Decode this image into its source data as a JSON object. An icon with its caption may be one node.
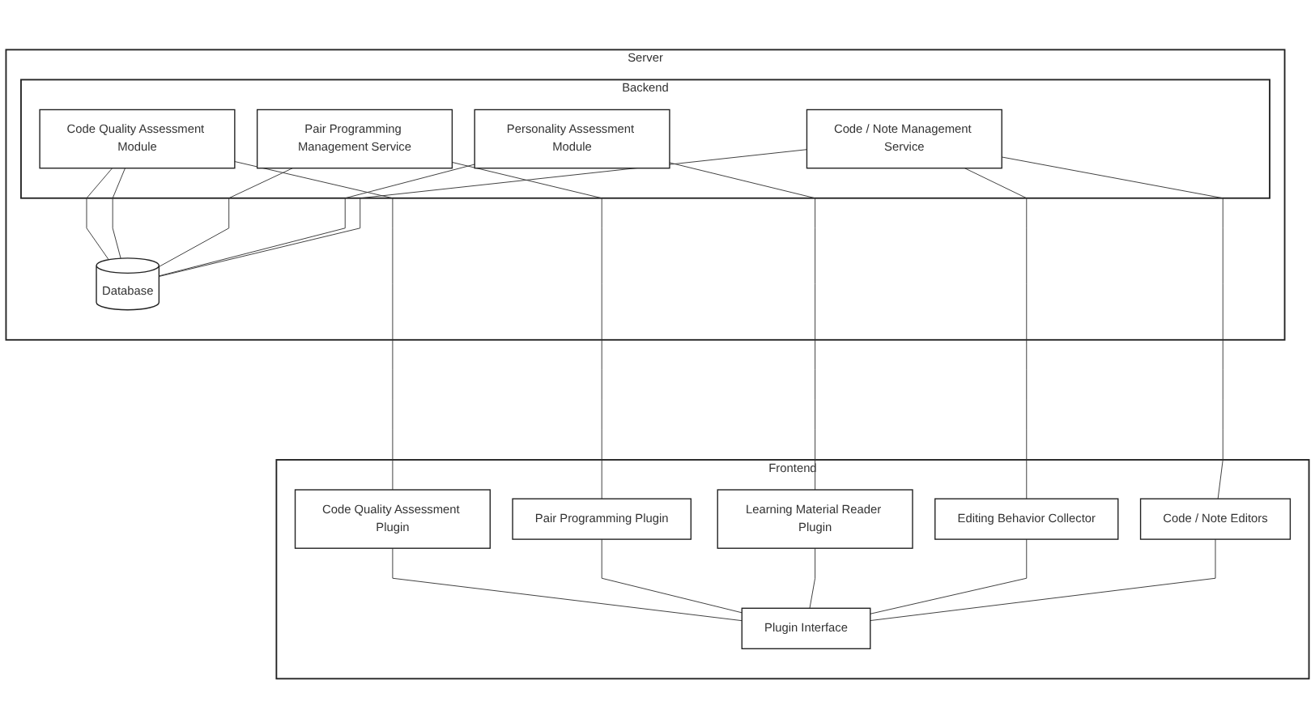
{
  "diagram": {
    "nodes": [
      {
        "text": [
          "Server"
        ]
      },
      {
        "text": [
          "Backend"
        ],
        "in": 0
      },
      {
        "text": [
          "Code / Note Management Service"
        ],
        "in": 1
      },
      {
        "text": [
          "Personality Assessment Module"
        ],
        "in": 1
      },
      {
        "text": [
          "Pair Programming Management Service"
        ],
        "in": 1
      },
      {
        "text": [
          "Code Quality Assessment Module"
        ],
        "in": 1
      },
      {
        "text": [
          "Database"
        ],
        "in": 0
      },
      {
        "text": [
          "Frontend"
        ]
      },
      {
        "text": [
          "Code / Note Editors"
        ],
        "in": 7
      },
      {
        "text": [
          "Editing Behavior Collector"
        ],
        "in": 7
      },
      {
        "text": [
          "Learning Material Reader Plugin"
        ],
        "in": 7
      },
      {
        "text": [
          "Pair Programming Plugin"
        ],
        "in": 7
      },
      {
        "text": [
          "Code Quality Assessment Plugin"
        ],
        "in": 7
      },
      {
        "text": [
          "Plugin Interface"
        ],
        "in": 7
      }
    ],
    "edges": [
      {
        "from": 2,
        "to": 6,
        "arrow": "none"
      },
      {
        "from": 3,
        "to": 6,
        "arrow": "none"
      },
      {
        "from": 4,
        "to": 6,
        "arrow": "none"
      },
      {
        "from": 5,
        "to": 6,
        "arrow": "none"
      },
      {
        "from": 5,
        "to": 6,
        "arrow": "none"
      },
      {
        "from": 2,
        "to": 8,
        "arrow": "none"
      },
      {
        "from": 2,
        "to": 9,
        "arrow": "none"
      },
      {
        "from": 3,
        "to": 10,
        "arrow": "none"
      },
      {
        "from": 4,
        "to": 11,
        "arrow": "none"
      },
      {
        "from": 5,
        "to": 12,
        "arrow": "none"
      },
      {
        "from": 8,
        "to": 13,
        "arrow": "none"
      },
      {
        "from": 9,
        "to": 13,
        "arrow": "none"
      },
      {
        "from": 10,
        "to": 13,
        "arrow": "none"
      },
      {
        "from": 11,
        "to": 13,
        "arrow": "none"
      },
      {
        "from": 12,
        "to": 13,
        "arrow": "none"
      }
    ]
  }
}
